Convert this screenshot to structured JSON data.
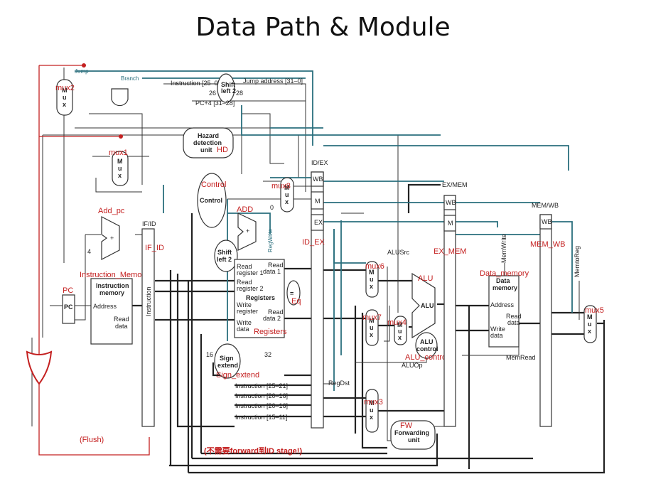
{
  "title": "Data Path & Module",
  "red_labels": {
    "mux2": "mux2",
    "mux1": "mux1",
    "add_pc": "Add_pc",
    "pc": "PC",
    "instruction_memory": "Instruction_Memory",
    "if_id": "IF_ID",
    "hd": "HD",
    "control": "Control",
    "add": "ADD",
    "mux8": "mux8",
    "id_ex": "ID_EX",
    "eq": "Eq",
    "registers": "Registers",
    "sign_extend": "Sign_extend",
    "mux6": "mux6",
    "mux7": "mux7",
    "mux4": "mux4",
    "mux3": "mux3",
    "alu": "ALU",
    "alu_control": "ALU_control",
    "ex_mem": "EX_MEM",
    "data_memory": "Data_memory",
    "mem_wb": "MEM_WB",
    "mux5": "mux5",
    "fw": "FW",
    "flush": "(Flush)",
    "no_forward_note": "(不需要forward到ID stage!)"
  },
  "labels": {
    "jump": "Jump",
    "branch": "Branch",
    "instr_25_0": "Instruction [25–0]",
    "shift_left_2": "Shift left 2",
    "n26": "26",
    "n28": "28",
    "jump_address": "Jump address [31–0]",
    "pc4": "PC+4 [31–28]",
    "hazard_detection": "Hazard detection unit",
    "control": "Control",
    "zero": "0",
    "regwrite": "RegWrite",
    "id_ex_top": "ID/EX",
    "ex_mem_top": "EX/MEM",
    "mem_wb_top": "MEM/WB",
    "wb": "WB",
    "m": "M",
    "ex": "EX",
    "n4": "4",
    "plus": "+",
    "pc_block": "PC",
    "instruction_memory": "Instruction memory",
    "address": "Address",
    "read_data": "Read data",
    "instruction": "Instruction",
    "read_register_1": "Read register 1",
    "read_register_2": "Read register 2",
    "registers": "Registers",
    "write_register": "Write register",
    "write_data": "Write data",
    "read_data_1": "Read data 1",
    "read_data_2": "Read data 2",
    "equals": "=",
    "sign_extend": "Sign extend",
    "n16": "16",
    "n32": "32",
    "instr_25_21": "Instruction [25–21]",
    "instr_20_16a": "Instruction [20–16]",
    "instr_20_16b": "Instruction [20–16]",
    "instr_15_11": "Instruction [15–11]",
    "regdst": "RegDst",
    "alusrc": "ALUSrc",
    "alu": "ALU",
    "alu_control": "ALU control",
    "aluop": "ALUOp",
    "memwrite": "MemWrite",
    "data_memory": "Data memory",
    "memread": "MemRead",
    "memtoreg": "MemtoReg",
    "forwarding_unit": "Forwarding unit",
    "mux_m": "M",
    "mux_u": "u",
    "mux_x": "x"
  },
  "colors": {
    "red": "#c42020",
    "teal": "#2a6f7d",
    "wire": "#222222"
  }
}
